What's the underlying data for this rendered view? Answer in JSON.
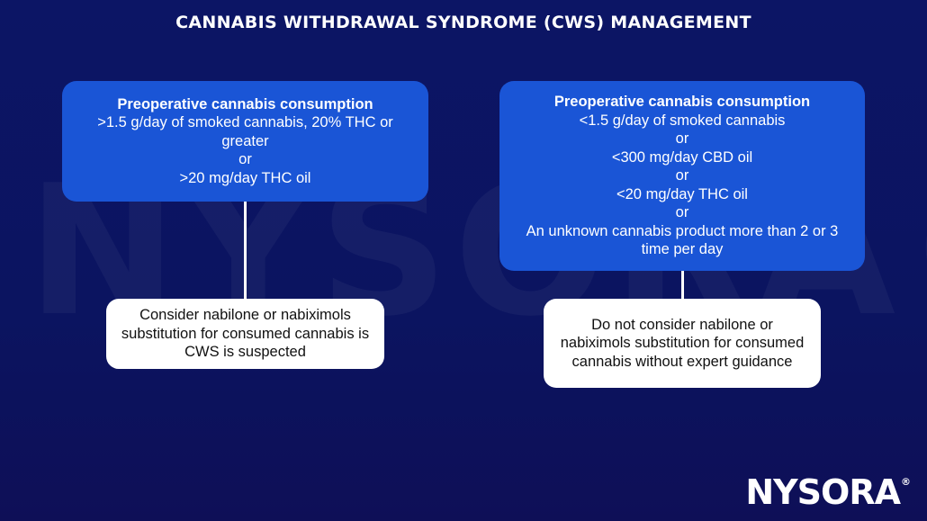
{
  "title": "CANNABIS WITHDRAWAL SYNDROME (CWS) MANAGEMENT",
  "watermark": "NYSORA®",
  "colors": {
    "background": "#0c1565",
    "criteria_box": "#1a55d6",
    "recommendation_box": "#ffffff",
    "connector": "#ffffff"
  },
  "left_branch": {
    "criteria": {
      "heading": "Preoperative cannabis consumption",
      "lines": [
        ">1.5 g/day of smoked cannabis, 20% THC or greater",
        "or",
        ">20 mg/day THC oil"
      ]
    },
    "recommendation": "Consider nabilone or nabiximols substitution for consumed cannabis is CWS is suspected"
  },
  "right_branch": {
    "criteria": {
      "heading": "Preoperative cannabis consumption",
      "lines": [
        "<1.5 g/day of smoked cannabis",
        "or",
        "<300 mg/day CBD oil",
        "or",
        "<20 mg/day THC oil",
        "or",
        "An unknown cannabis product more than 2 or 3 time per day"
      ]
    },
    "recommendation": "Do not consider nabilone or nabiximols substitution for consumed cannabis without expert guidance"
  },
  "logo": {
    "text": "NYSORA",
    "mark": "®"
  }
}
